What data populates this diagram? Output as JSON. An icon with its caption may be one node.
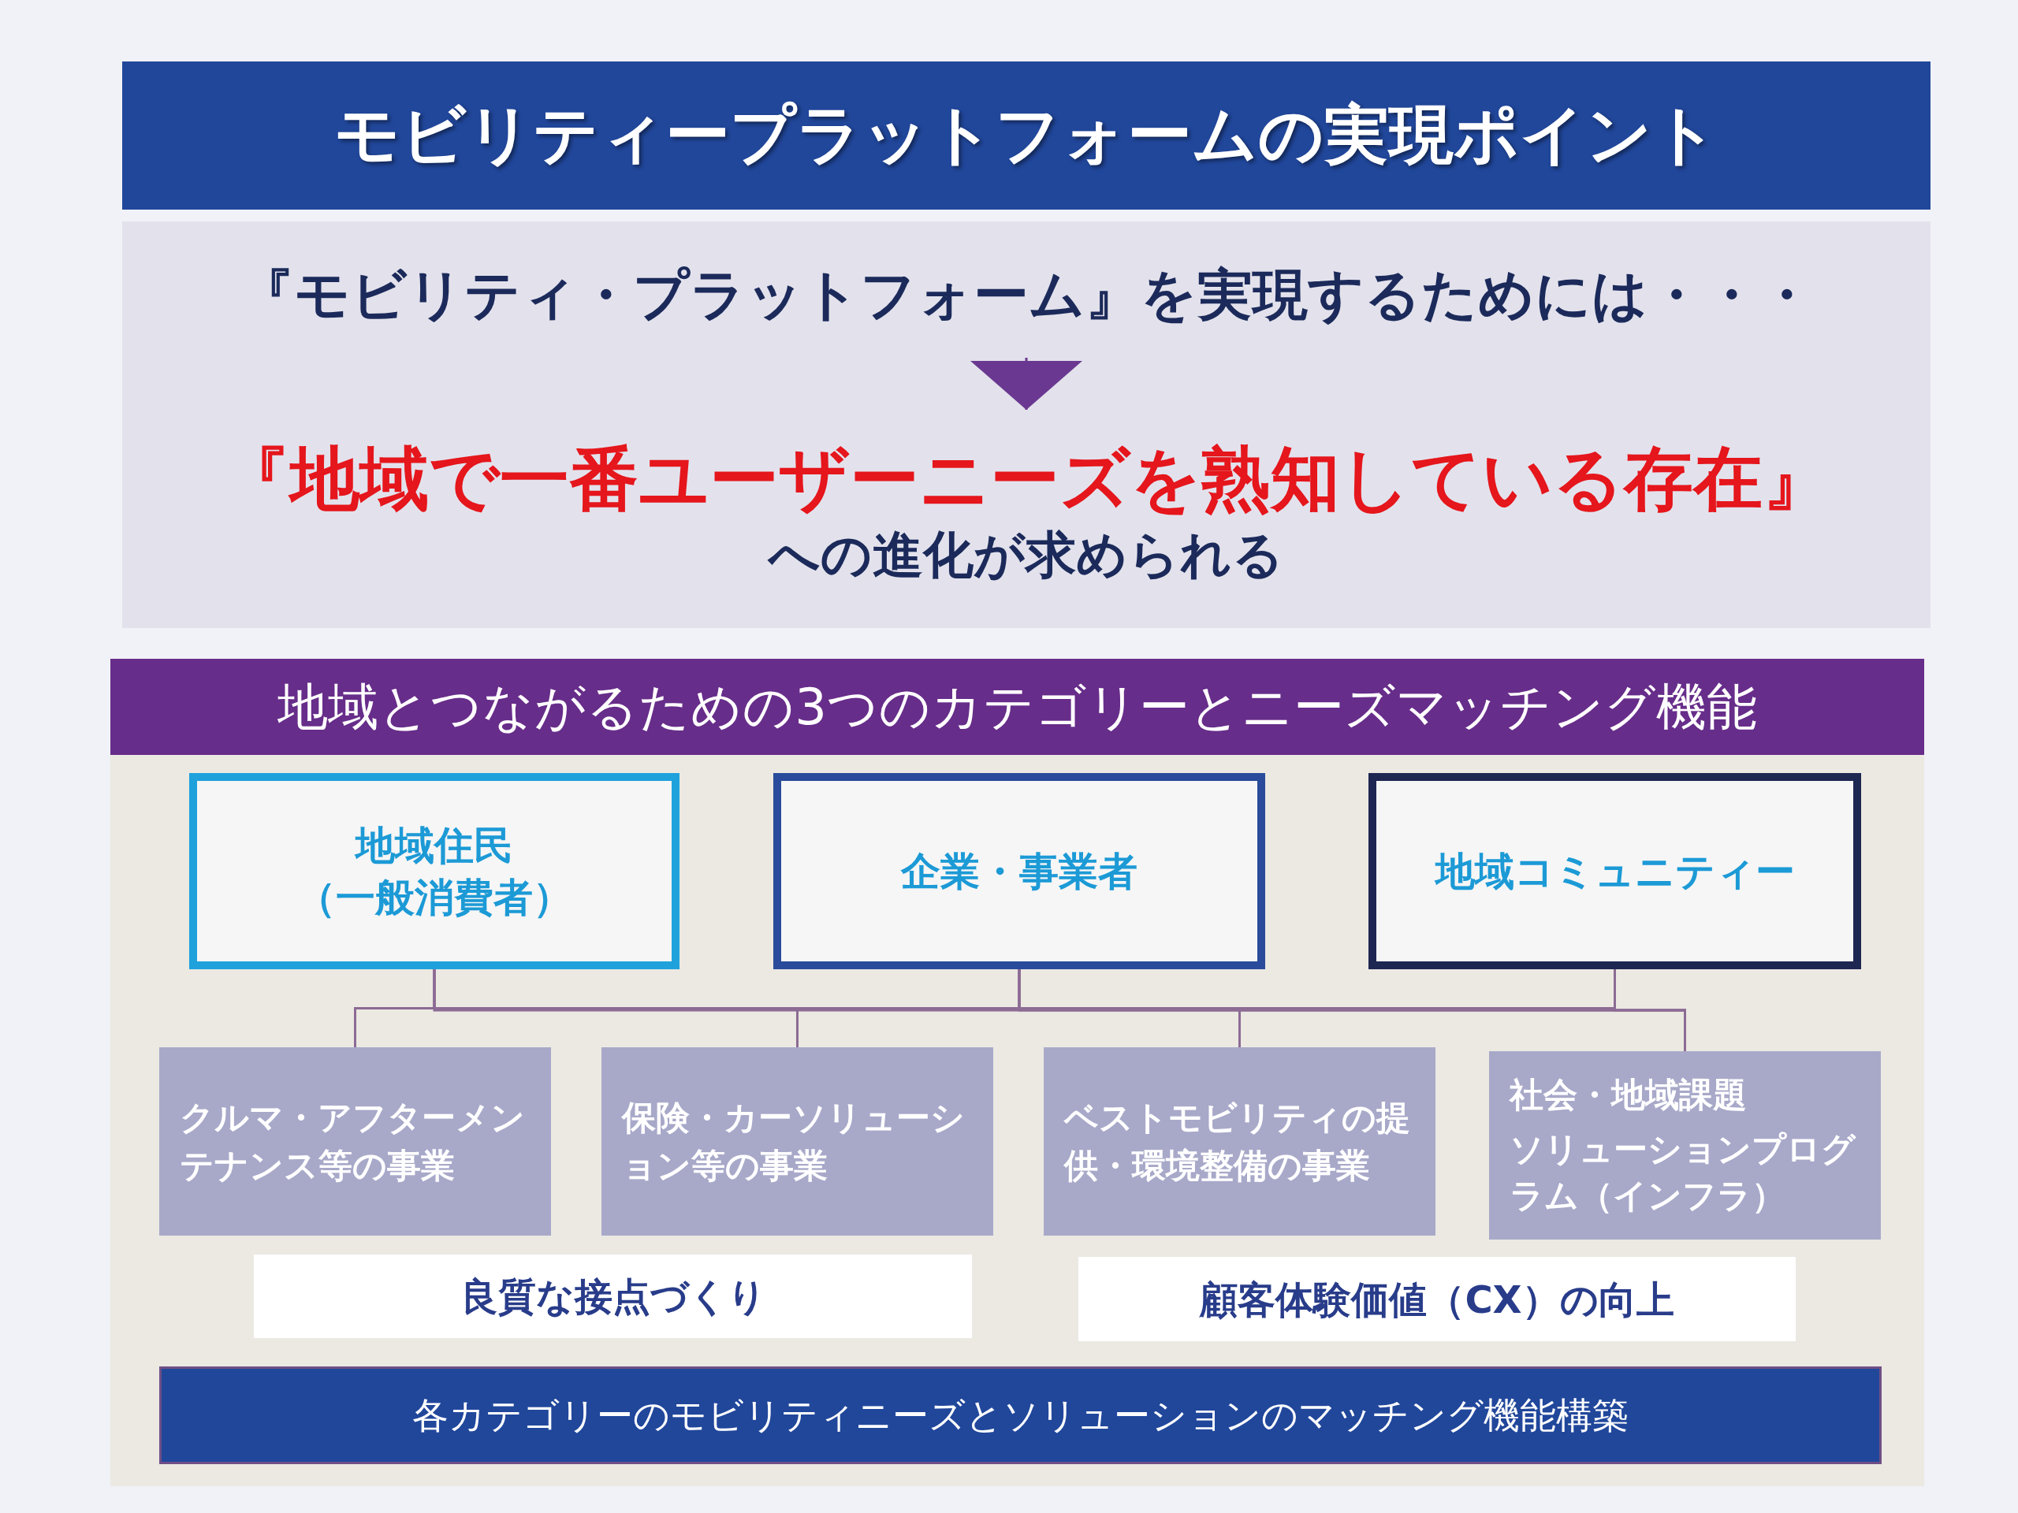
{
  "diagram": {
    "title": "モビリティープラットフォームの実現ポイント",
    "nodes": [
      {
        "text": [],
        "shape": "box"
      },
      {
        "text": [
          "『モビリティ・プラットフォーム』を実現するためには・・・"
        ],
        "in": 0
      },
      {
        "text": [
          "『地域で一番ユーザーニーズを熟知している存在』",
          "への進化が求められる"
        ],
        "in": 0
      },
      {
        "text": [
          "地域とつながるための3つのカテゴリーとニーズマッチング機能"
        ]
      },
      {
        "text": [
          "地域住民（一般消費者）"
        ],
        "in": 3
      },
      {
        "text": [
          "企業・事業者"
        ],
        "in": 3
      },
      {
        "text": [
          "地域コミュニティー"
        ],
        "in": 3
      },
      {
        "text": [
          "クルマ・アフターメンテナンス等の事業"
        ],
        "in": 3
      },
      {
        "text": [
          "保険・カーソリューション等の事業"
        ],
        "in": 3
      },
      {
        "text": [
          "ベストモビリティの提供・環境整備の事業"
        ],
        "in": 3
      },
      {
        "text": [
          "社会・地域課題",
          "ソリューションプログラム（インフラ）"
        ],
        "in": 3
      },
      {
        "text": [
          "良質な接点づくり"
        ],
        "in": 3
      },
      {
        "text": [
          "顧客体験価値（CX）の向上"
        ],
        "in": 3
      },
      {
        "text": [
          "各カテゴリーのモビリティニーズとソリューションのマッチング機能構築"
        ],
        "in": 3
      }
    ],
    "edges": [
      {
        "from": 1,
        "to": 2,
        "arrow": "to",
        "color": "#6a3891"
      },
      {
        "from": 4,
        "to": 7,
        "arrow": "none"
      },
      {
        "from": 4,
        "to": 8,
        "arrow": "none"
      },
      {
        "from": 4,
        "to": 9,
        "arrow": "none"
      },
      {
        "from": 4,
        "to": 10,
        "arrow": "none"
      },
      {
        "from": 5,
        "to": 7,
        "arrow": "none"
      },
      {
        "from": 5,
        "to": 8,
        "arrow": "none"
      },
      {
        "from": 5,
        "to": 9,
        "arrow": "none"
      },
      {
        "from": 5,
        "to": 10,
        "arrow": "none"
      },
      {
        "from": 6,
        "to": 7,
        "arrow": "none"
      },
      {
        "from": 6,
        "to": 8,
        "arrow": "none"
      },
      {
        "from": 6,
        "to": 9,
        "arrow": "none"
      },
      {
        "from": 6,
        "to": 10,
        "arrow": "none"
      }
    ]
  }
}
